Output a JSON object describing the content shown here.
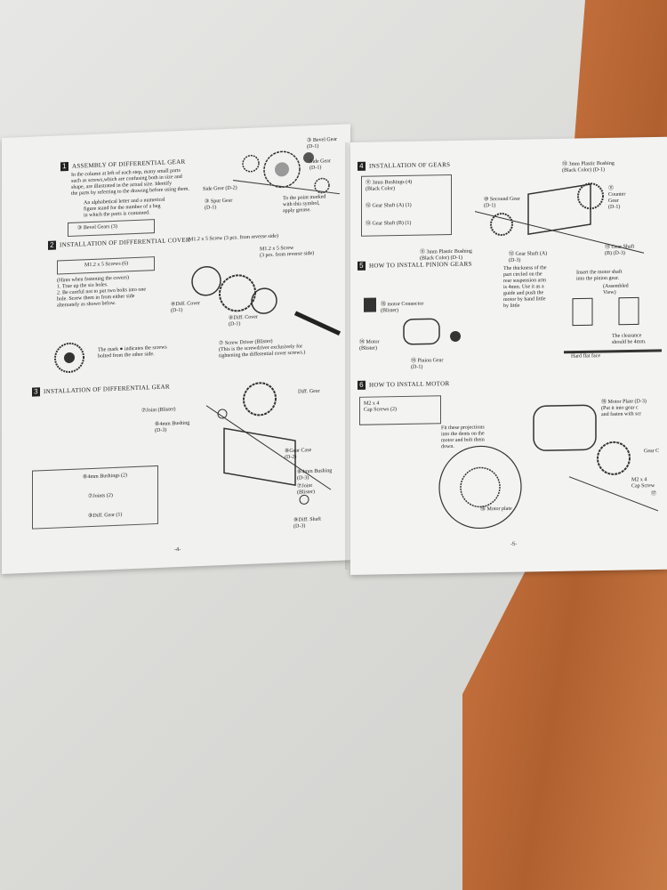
{
  "left_page": {
    "s1": {
      "title": "ASSEMBLY OF DIFFERENTIAL GEAR",
      "intro": "In the column at left of each step, many small parts\nsuch as screws,which are confusing both in size and\nshape, are illustrated in the actual size. Identify\nthe parts by referring to the drawing before using them.",
      "intro2": "An alphabetical letter and a numerical\nfigure stand for the number of a bag\nin which the parts is contained.",
      "part": "③ Bevel Gears (3)",
      "labels": [
        "③ Bevel Gear\n(D-1)",
        "Side Gear\n(D-1)",
        "Side Gear (D-2)",
        "③ Spur Gear\n(D-1)",
        "To the point marked\nwith this symbol,\napply grease."
      ]
    },
    "s2": {
      "title": "INSTALLATION OF DIFFERENTIAL COVER",
      "screw_top": "M1.2 x 5 Screw (3 pcs. from reverse side)",
      "part": "M1.2 x 5 Screws (6)",
      "screw2": "M1.2 x 5 Screw\n(3 pcs. from reverse side)",
      "hints": "(Hints when fastening the covers)\n1. True up the six holes.\n2. Be careful not to put two bolts into one\nhole. Screw them in from either side\nalternately as shown below.",
      "diff_cover1": "④Diff. Cover\n(D-1)",
      "diff_cover2": "④Diff. Cover\n(D-1)",
      "mark": "The mark ● indicates the screws\nbolted from the other side.",
      "driver": "⑦ Screw Driver (Blister)\n(This is the screwdriver exclusively for\ntightening the differential cover screws.)"
    },
    "s3": {
      "title": "INSTALLATION OF DIFFERENTIAL GEAR",
      "labels": [
        "⑦Joint (Blister)",
        "⑥4mm Bushing\n(D-3)",
        "Diff. Gear",
        "⑧Gear Case\n(D-2)",
        "⑥4mm Bushing\n(D-3)",
        "⑦Joint\n(Blister)",
        "⑨Diff. Shaft\n(D-3)"
      ],
      "parts": [
        "⑥4mm Bushings (2)",
        "⑦Joints (2)",
        "⑨Diff. Gear (1)"
      ]
    },
    "page_number": "-4-"
  },
  "right_page": {
    "s4": {
      "title": "INSTALLATION OF GEARS",
      "parts": [
        "⑪ 3mm Bushings (4)\n(Black Color)",
        "⑫ Gear Shaft (A) (1)",
        "⑬ Gear Shaft (B) (1)"
      ],
      "labels": [
        "⑬ 3mm Plastic Bushing\n(Black Color) (D-1)",
        "⑩ Secound Gear\n(D-1)",
        "⑪\nCounter\nGear\n(D-1)",
        "⑪ 3mm Plastic Bushing\n(Black Color) (D-1)",
        "⑫ Gear Shaft (A)\n(D-3)",
        "⑬ Gear Shaft\n(B) (D-3)"
      ]
    },
    "s5": {
      "title": "HOW TO INSTALL PINION GEARS",
      "thickness": "The thickness of the\npart circled on the\nrear suspension arm\nis 4mm. Use it as a\nguide and push the\nmotor by hand little\nby little",
      "insert": "Insert the motor shaft\ninto the pinion gear.",
      "assembled": "(Assembled\nView)",
      "clearance": "The clearance\nshould be 4mm.",
      "hard": "Hard flat face",
      "labels": [
        "⑯ motor Connector\n(Blister)",
        "⑭ Motor\n(Blister)",
        "⑮ Pinion Gear\n(D-1)"
      ]
    },
    "s6": {
      "title": "HOW TO INSTALL MOTOR",
      "part": "M2 x 4\nCap Screws (2)",
      "fit": "Fit these projections\ninto the dents on the\nmotor and bolt them\ndown.",
      "motor_plate": "⑯ Motor Plate (D-3)\n(Put it into gear c\nand fasten with scr",
      "gear": "Gear C",
      "cap": "M2 x 4\nCap Screw",
      "motor_plate2": "⑯ Motor plate",
      "badge": "⑰"
    },
    "page_number": "-5-"
  }
}
